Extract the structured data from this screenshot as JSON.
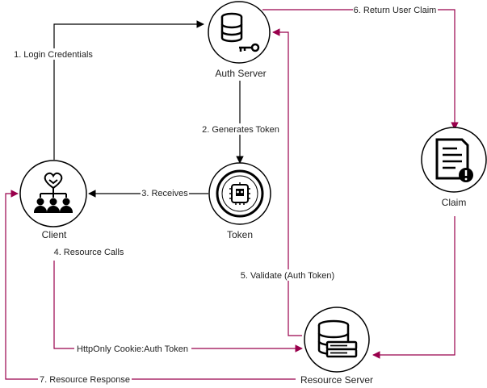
{
  "nodes": {
    "auth_server": "Auth Server",
    "client": "Client",
    "token": "Token",
    "claim": "Claim",
    "resource_server": "Resource Server"
  },
  "edges": {
    "login": "1. Login Credentials",
    "generates": "2. Generates Token",
    "receives": "3. Receives",
    "resource_calls": "4. Resource Calls",
    "validate": "5. Validate (Auth Token)",
    "return_claim": "6. Return User Claim",
    "resource_response": "7. Resource Response",
    "cookie": "HttpOnly Cookie:Auth Token"
  },
  "colors": {
    "black_edge": "#000000",
    "purple_edge": "#99004C"
  }
}
